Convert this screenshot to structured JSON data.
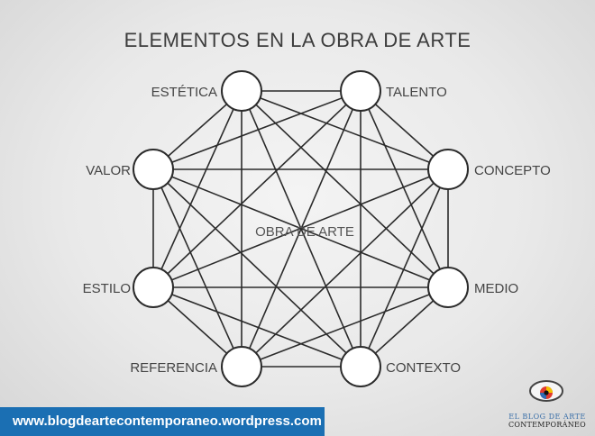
{
  "title": "ELEMENTOS EN LA OBRA DE ARTE",
  "center_label": "OBRA DE ARTE",
  "nodes": [
    {
      "id": "estetica",
      "label": "ESTÉTICA"
    },
    {
      "id": "talento",
      "label": "TALENTO"
    },
    {
      "id": "concepto",
      "label": "CONCEPTO"
    },
    {
      "id": "medio",
      "label": "MEDIO"
    },
    {
      "id": "contexto",
      "label": "CONTEXTO"
    },
    {
      "id": "referencia",
      "label": "REFERENCIA"
    },
    {
      "id": "estilo",
      "label": "ESTILO"
    },
    {
      "id": "valor",
      "label": "VALOR"
    }
  ],
  "connections": "all nodes connected to every other node",
  "footer": {
    "url": "www.blogdeartecontemporaneo.wordpress.com",
    "url_bar_color": "#1b6fb3"
  },
  "logo": {
    "icon": "eye-icon",
    "line1": "EL BLOG DE ARTE",
    "line2": "CONTEMPORÁNEO"
  }
}
